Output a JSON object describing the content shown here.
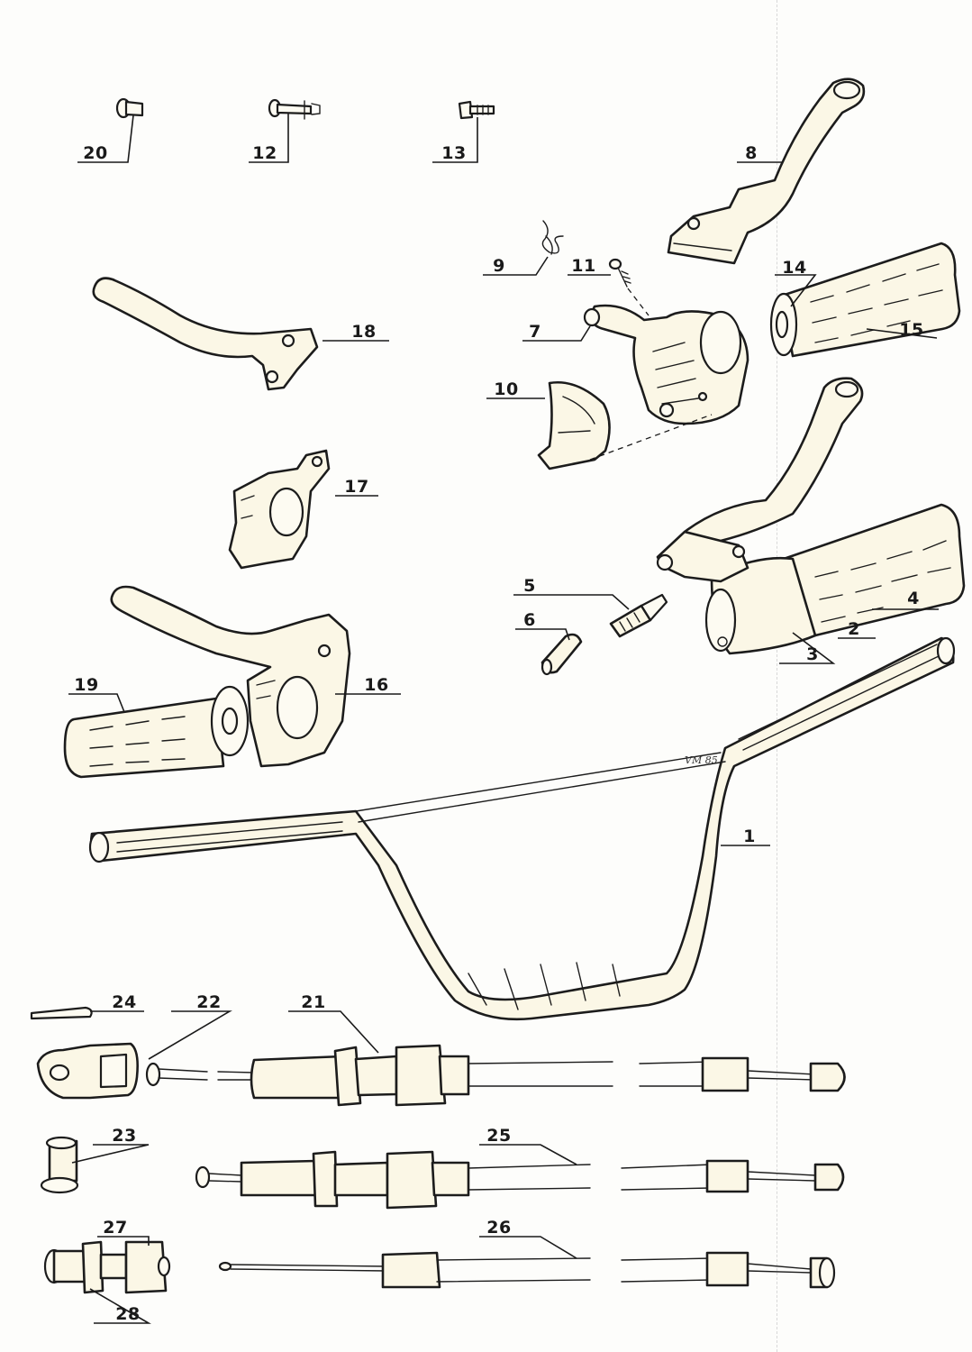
{
  "labels": {
    "p1": "1",
    "p2": "2",
    "p3": "3",
    "p4": "4",
    "p5": "5",
    "p6": "6",
    "p7": "7",
    "p8": "8",
    "p9": "9",
    "p10": "10",
    "p11": "11",
    "p12": "12",
    "p13": "13",
    "p14": "14",
    "p15": "15",
    "p16": "16",
    "p17": "17",
    "p18": "18",
    "p19": "19",
    "p20": "20",
    "p21": "21",
    "p22": "22",
    "p23": "23",
    "p24": "24",
    "p25": "25",
    "p26": "26",
    "p27": "27",
    "p28": "28"
  },
  "signature": "VM 85",
  "colors": {
    "ink": "#1c1c1c",
    "paper": "#fdfdfb",
    "tint": "#fbf7e6"
  }
}
